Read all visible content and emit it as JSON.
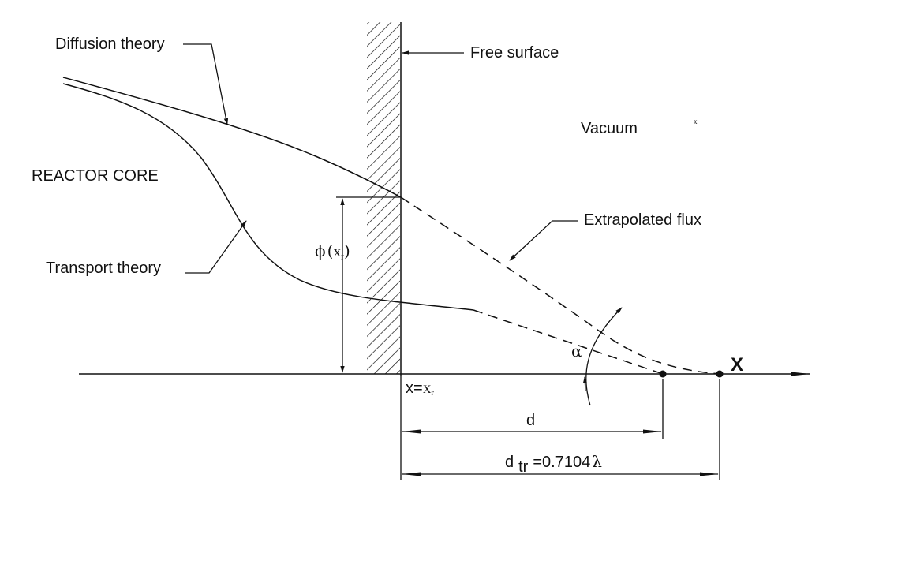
{
  "labels": {
    "diffusion_theory": "Diffusion theory",
    "free_surface": "Free surface",
    "vacuum": "Vacuum",
    "vacuum_mark": "x",
    "reactor_core": "REACTOR CORE",
    "extrapolated_flux": "Extrapolated flux",
    "transport_theory": "Transport theory",
    "phi_symbol": "ϕ",
    "phi_arg_open": "(",
    "phi_arg_x": "x",
    "phi_arg_sub": "r",
    "phi_arg_close": ")",
    "alpha": "α",
    "x_axis": "X",
    "xr_prefix": "x=",
    "xr_x": "X",
    "xr_sub": "r",
    "d": "d",
    "dtr_d": "d",
    "dtr_sub": "tr",
    "dtr_value": "=0.7104",
    "lambda": "λ"
  },
  "colors": {
    "ink": "#111111",
    "background": "#ffffff"
  }
}
